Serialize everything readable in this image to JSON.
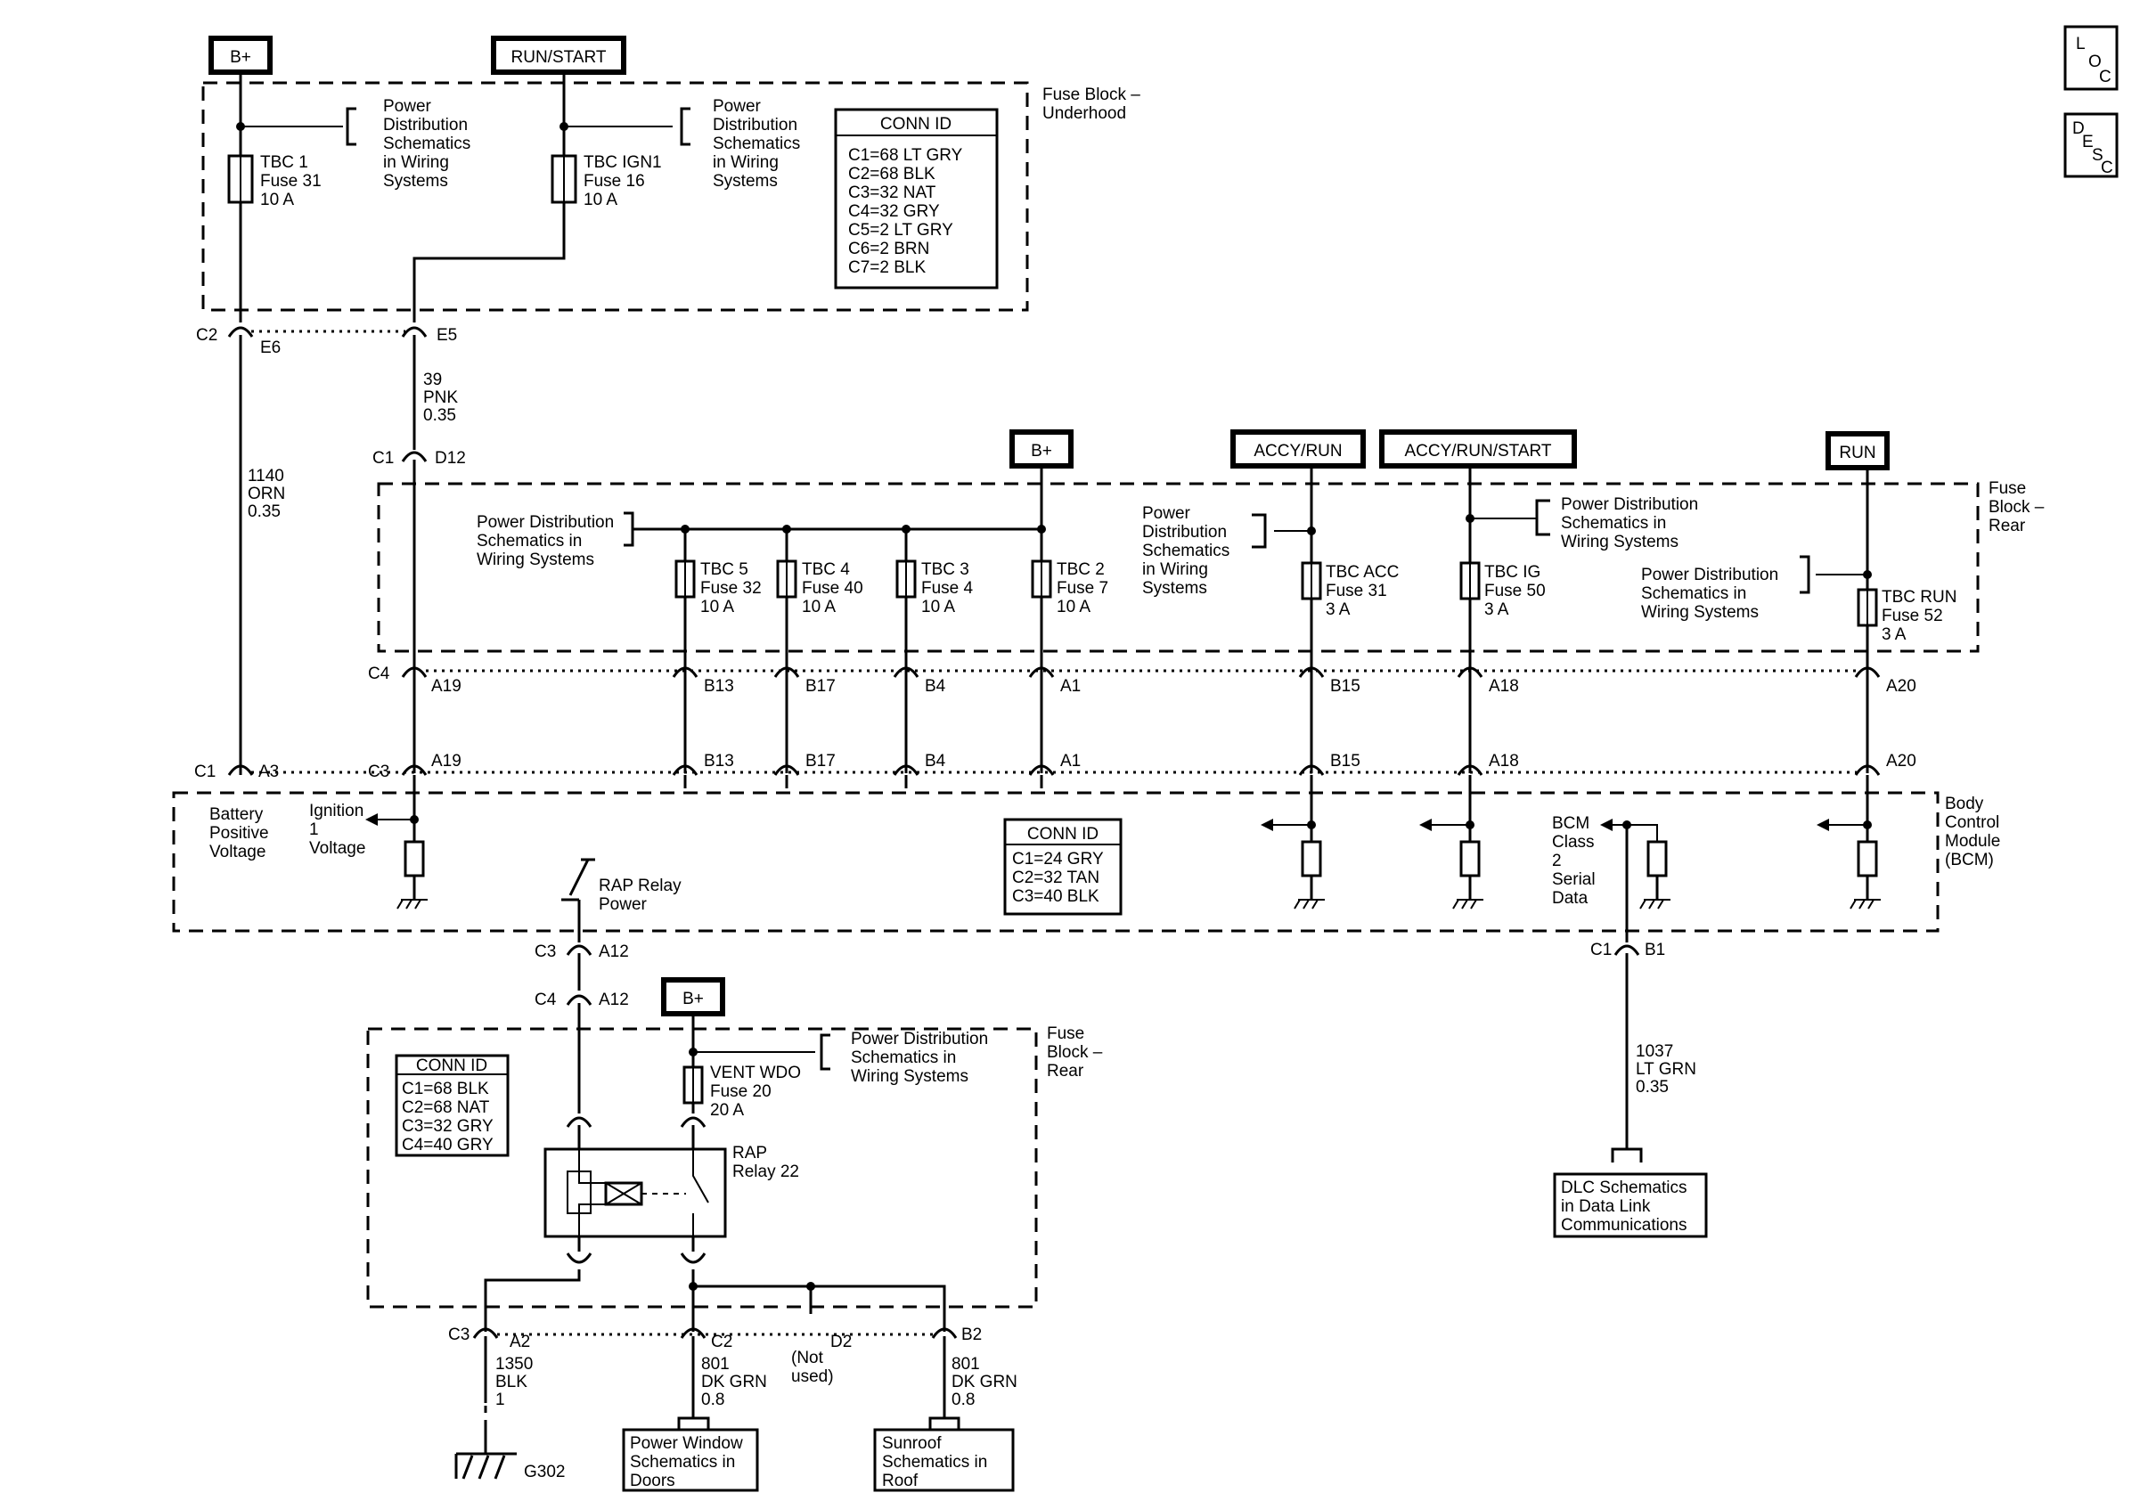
{
  "power_sources": {
    "bplus_top": "B+",
    "run_start": "RUN/START",
    "bplus_mid": "B+",
    "accy_run": "ACCY/RUN",
    "accy_run_start": "ACCY/RUN/START",
    "run": "RUN",
    "bplus_low": "B+"
  },
  "nav_icons": {
    "loc": [
      "L",
      "O",
      "C"
    ],
    "desc": [
      "D",
      "E",
      "S",
      "C"
    ]
  },
  "fuse_block_underhood": {
    "label": [
      "Fuse Block –",
      "Underhood"
    ],
    "fuse1": [
      "TBC 1",
      "Fuse 31",
      "10 A"
    ],
    "fuse2": [
      "TBC IGN1",
      "Fuse 16",
      "10 A"
    ],
    "pd_ref1": [
      "Power",
      "Distribution",
      "Schematics",
      "in Wiring",
      "Systems"
    ],
    "pd_ref2": [
      "Power",
      "Distribution",
      "Schematics",
      "in Wiring",
      "Systems"
    ],
    "conn_title": "CONN ID",
    "conn_rows": [
      "C1=68 LT GRY",
      "C2=68 BLK",
      "C3=32 NAT",
      "C4=32 GRY",
      "C5=2 LT GRY",
      "C6=2 BRN",
      "C7=2 BLK"
    ]
  },
  "connectors_top": {
    "c2": "C2",
    "e6": "E6",
    "e5": "E5",
    "wire_39": [
      "39",
      "PNK",
      "0.35"
    ],
    "c1": "C1",
    "d12": "D12",
    "wire_1140": [
      "1140",
      "ORN",
      "0.35"
    ]
  },
  "fuse_block_rear": {
    "label": [
      "Fuse",
      "Block –",
      "Rear"
    ],
    "pd_left": [
      "Power Distribution",
      "Schematics in",
      "Wiring Systems"
    ],
    "pd_accy": [
      "Power",
      "Distribution",
      "Schematics",
      "in Wiring",
      "Systems"
    ],
    "pd_ig": [
      "Power Distribution",
      "Schematics in",
      "Wiring Systems"
    ],
    "pd_run": [
      "Power Distribution",
      "Schematics in",
      "Wiring Systems"
    ],
    "fuses": [
      [
        "TBC 5",
        "Fuse 32",
        "10 A"
      ],
      [
        "TBC 4",
        "Fuse 40",
        "10 A"
      ],
      [
        "TBC 3",
        "Fuse 4",
        "10 A"
      ],
      [
        "TBC 2",
        "Fuse 7",
        "10 A"
      ],
      [
        "TBC ACC",
        "Fuse 31",
        "3 A"
      ],
      [
        "TBC IG",
        "Fuse 50",
        "3 A"
      ],
      [
        "TBC RUN",
        "Fuse 52",
        "3 A"
      ]
    ],
    "c4": "C4",
    "c4_pins": [
      "A19",
      "B13",
      "B17",
      "B4",
      "A1",
      "B15",
      "A18",
      "A20"
    ]
  },
  "bcm": {
    "c3": "C3",
    "c3_pins": [
      "A19",
      "B13",
      "B17",
      "B4",
      "A1",
      "B15",
      "A18",
      "A20"
    ],
    "c1": "C1",
    "a3": "A3",
    "label": [
      "Body",
      "Control",
      "Module",
      "(BCM)"
    ],
    "battery": [
      "Battery",
      "Positive",
      "Voltage"
    ],
    "ignition": [
      "Ignition",
      "1",
      "Voltage"
    ],
    "rap": [
      "RAP Relay",
      "Power"
    ],
    "serial": [
      "BCM",
      "Class",
      "2",
      "Serial",
      "Data"
    ],
    "conn_title": "CONN ID",
    "conn_rows": [
      "C1=24 GRY",
      "C2=32 TAN",
      "C3=40 BLK"
    ],
    "bottom_c1": "C1",
    "b1": "B1"
  },
  "serial_wire": [
    "1037",
    "LT GRN",
    "0.35"
  ],
  "dlc_ref": [
    "DLC Schematics",
    "in Data Link",
    "Communications"
  ],
  "rap_path": {
    "c3": "C3",
    "a12a": "A12",
    "c4": "C4",
    "a12b": "A12"
  },
  "fuse_block_lower": {
    "label": [
      "Fuse",
      "Block –",
      "Rear"
    ],
    "conn_title": "CONN ID",
    "conn_rows": [
      "C1=68 BLK",
      "C2=68 NAT",
      "C3=32 GRY",
      "C4=40 GRY"
    ],
    "fuse": [
      "VENT WDO",
      "Fuse 20",
      "20 A"
    ],
    "pd_ref": [
      "Power Distribution",
      "Schematics in",
      "Wiring Systems"
    ],
    "relay": [
      "RAP",
      "Relay 22"
    ]
  },
  "lower_connectors": {
    "c3": "C3",
    "a2": "A2",
    "c2": "C2",
    "d2": "D2",
    "b2": "B2",
    "not_used": [
      "(Not",
      "used)"
    ],
    "wire_1350": [
      "1350",
      "BLK",
      "1"
    ],
    "wire_801a": [
      "801",
      "DK GRN",
      "0.8"
    ],
    "wire_801b": [
      "801",
      "DK GRN",
      "0.8"
    ],
    "ground": "G302"
  },
  "refs": {
    "power_window": [
      "Power Window",
      "Schematics in",
      "Doors"
    ],
    "sunroof": [
      "Sunroof",
      "Schematics in",
      "Roof"
    ]
  }
}
